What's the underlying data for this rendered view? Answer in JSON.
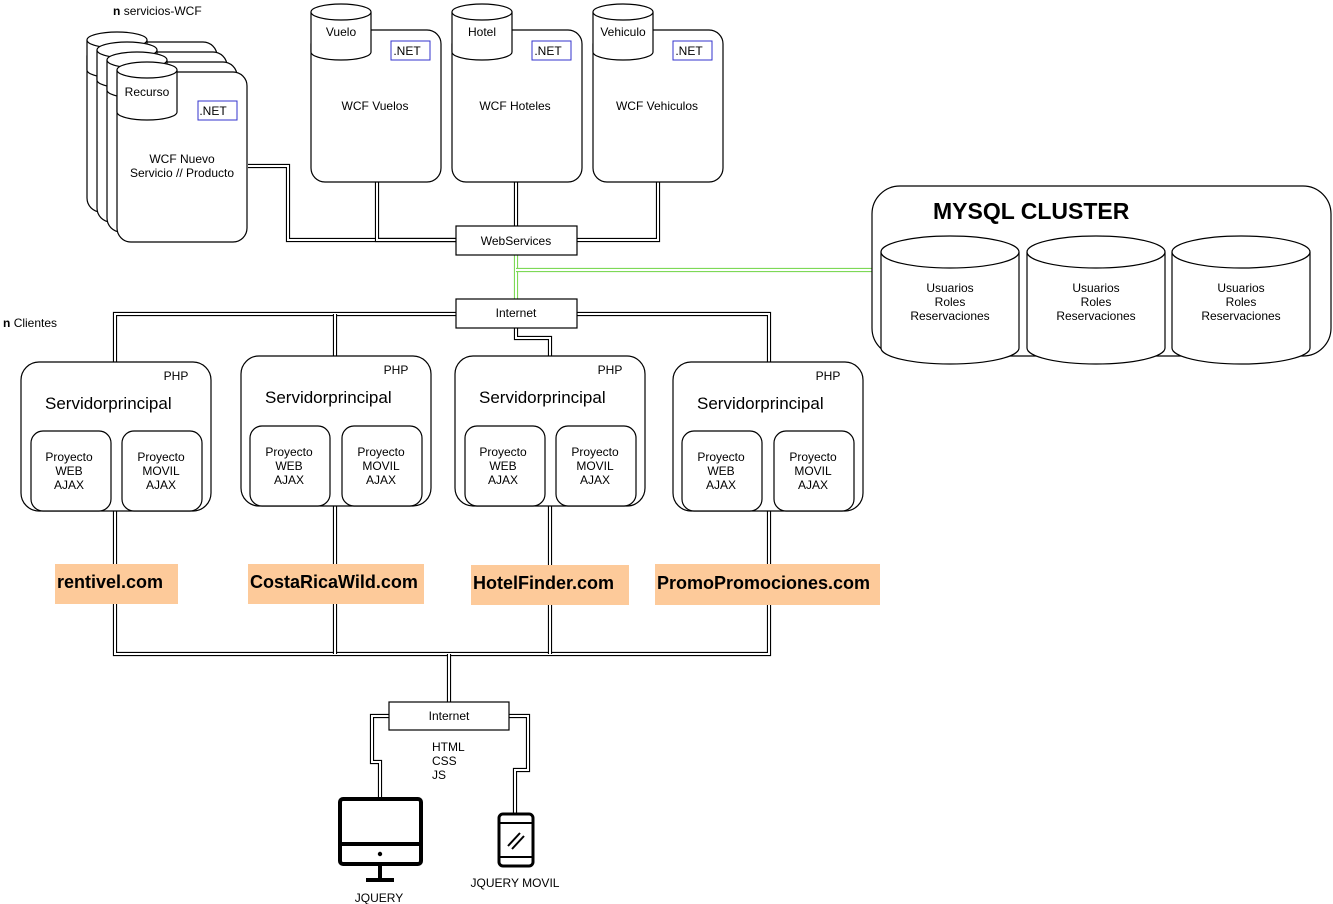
{
  "services_group": {
    "count_prefix": "n",
    "label": "servicios-WCF"
  },
  "clients_group": {
    "count_prefix": "n",
    "label": "Clientes"
  },
  "net_badge": ".NET",
  "wcf_services": [
    {
      "db": "Recurso",
      "name_line1": "WCF Nuevo",
      "name_line2": "Servicio // Producto"
    },
    {
      "db": "Vuelo",
      "name": "WCF Vuelos"
    },
    {
      "db": "Hotel",
      "name": "WCF Hoteles"
    },
    {
      "db": "Vehiculo",
      "name": "WCF Vehiculos"
    }
  ],
  "webservices_label": "WebServices",
  "internet_top_label": "Internet",
  "internet_bottom_label": "Internet",
  "mysql": {
    "title": "MYSQL CLUSTER",
    "nodes": [
      {
        "lines": [
          "Usuarios",
          "Roles",
          "Reservaciones"
        ]
      },
      {
        "lines": [
          "Usuarios",
          "Roles",
          "Reservaciones"
        ]
      },
      {
        "lines": [
          "Usuarios",
          "Roles",
          "Reservaciones"
        ]
      }
    ]
  },
  "servers": [
    {
      "tech": "PHP",
      "title": "Servidorprincipal",
      "site": "rentivel.com",
      "projects": [
        [
          "Proyecto",
          "WEB",
          "AJAX"
        ],
        [
          "Proyecto",
          "MOVIL",
          "AJAX"
        ]
      ]
    },
    {
      "tech": "PHP",
      "title": "Servidorprincipal",
      "site": "CostaRicaWild.com",
      "projects": [
        [
          "Proyecto",
          "WEB",
          "AJAX"
        ],
        [
          "Proyecto",
          "MOVIL",
          "AJAX"
        ]
      ]
    },
    {
      "tech": "PHP",
      "title": "Servidorprincipal",
      "site": "HotelFinder.com",
      "projects": [
        [
          "Proyecto",
          "WEB",
          "AJAX"
        ],
        [
          "Proyecto",
          "MOVIL",
          "AJAX"
        ]
      ]
    },
    {
      "tech": "PHP",
      "title": "Servidorprincipal",
      "site": "PromoPromociones.com",
      "projects": [
        [
          "Proyecto",
          "WEB",
          "AJAX"
        ],
        [
          "Proyecto",
          "MOVIL",
          "AJAX"
        ]
      ]
    }
  ],
  "client_tech": [
    "HTML",
    "CSS",
    "JS"
  ],
  "desktop_label": "JQUERY",
  "mobile_label": "JQUERY MOVIL",
  "colors": {
    "site_highlight": "#fdca9a",
    "db_link": "#7ed957",
    "net_badge_border": "#3333cc"
  }
}
